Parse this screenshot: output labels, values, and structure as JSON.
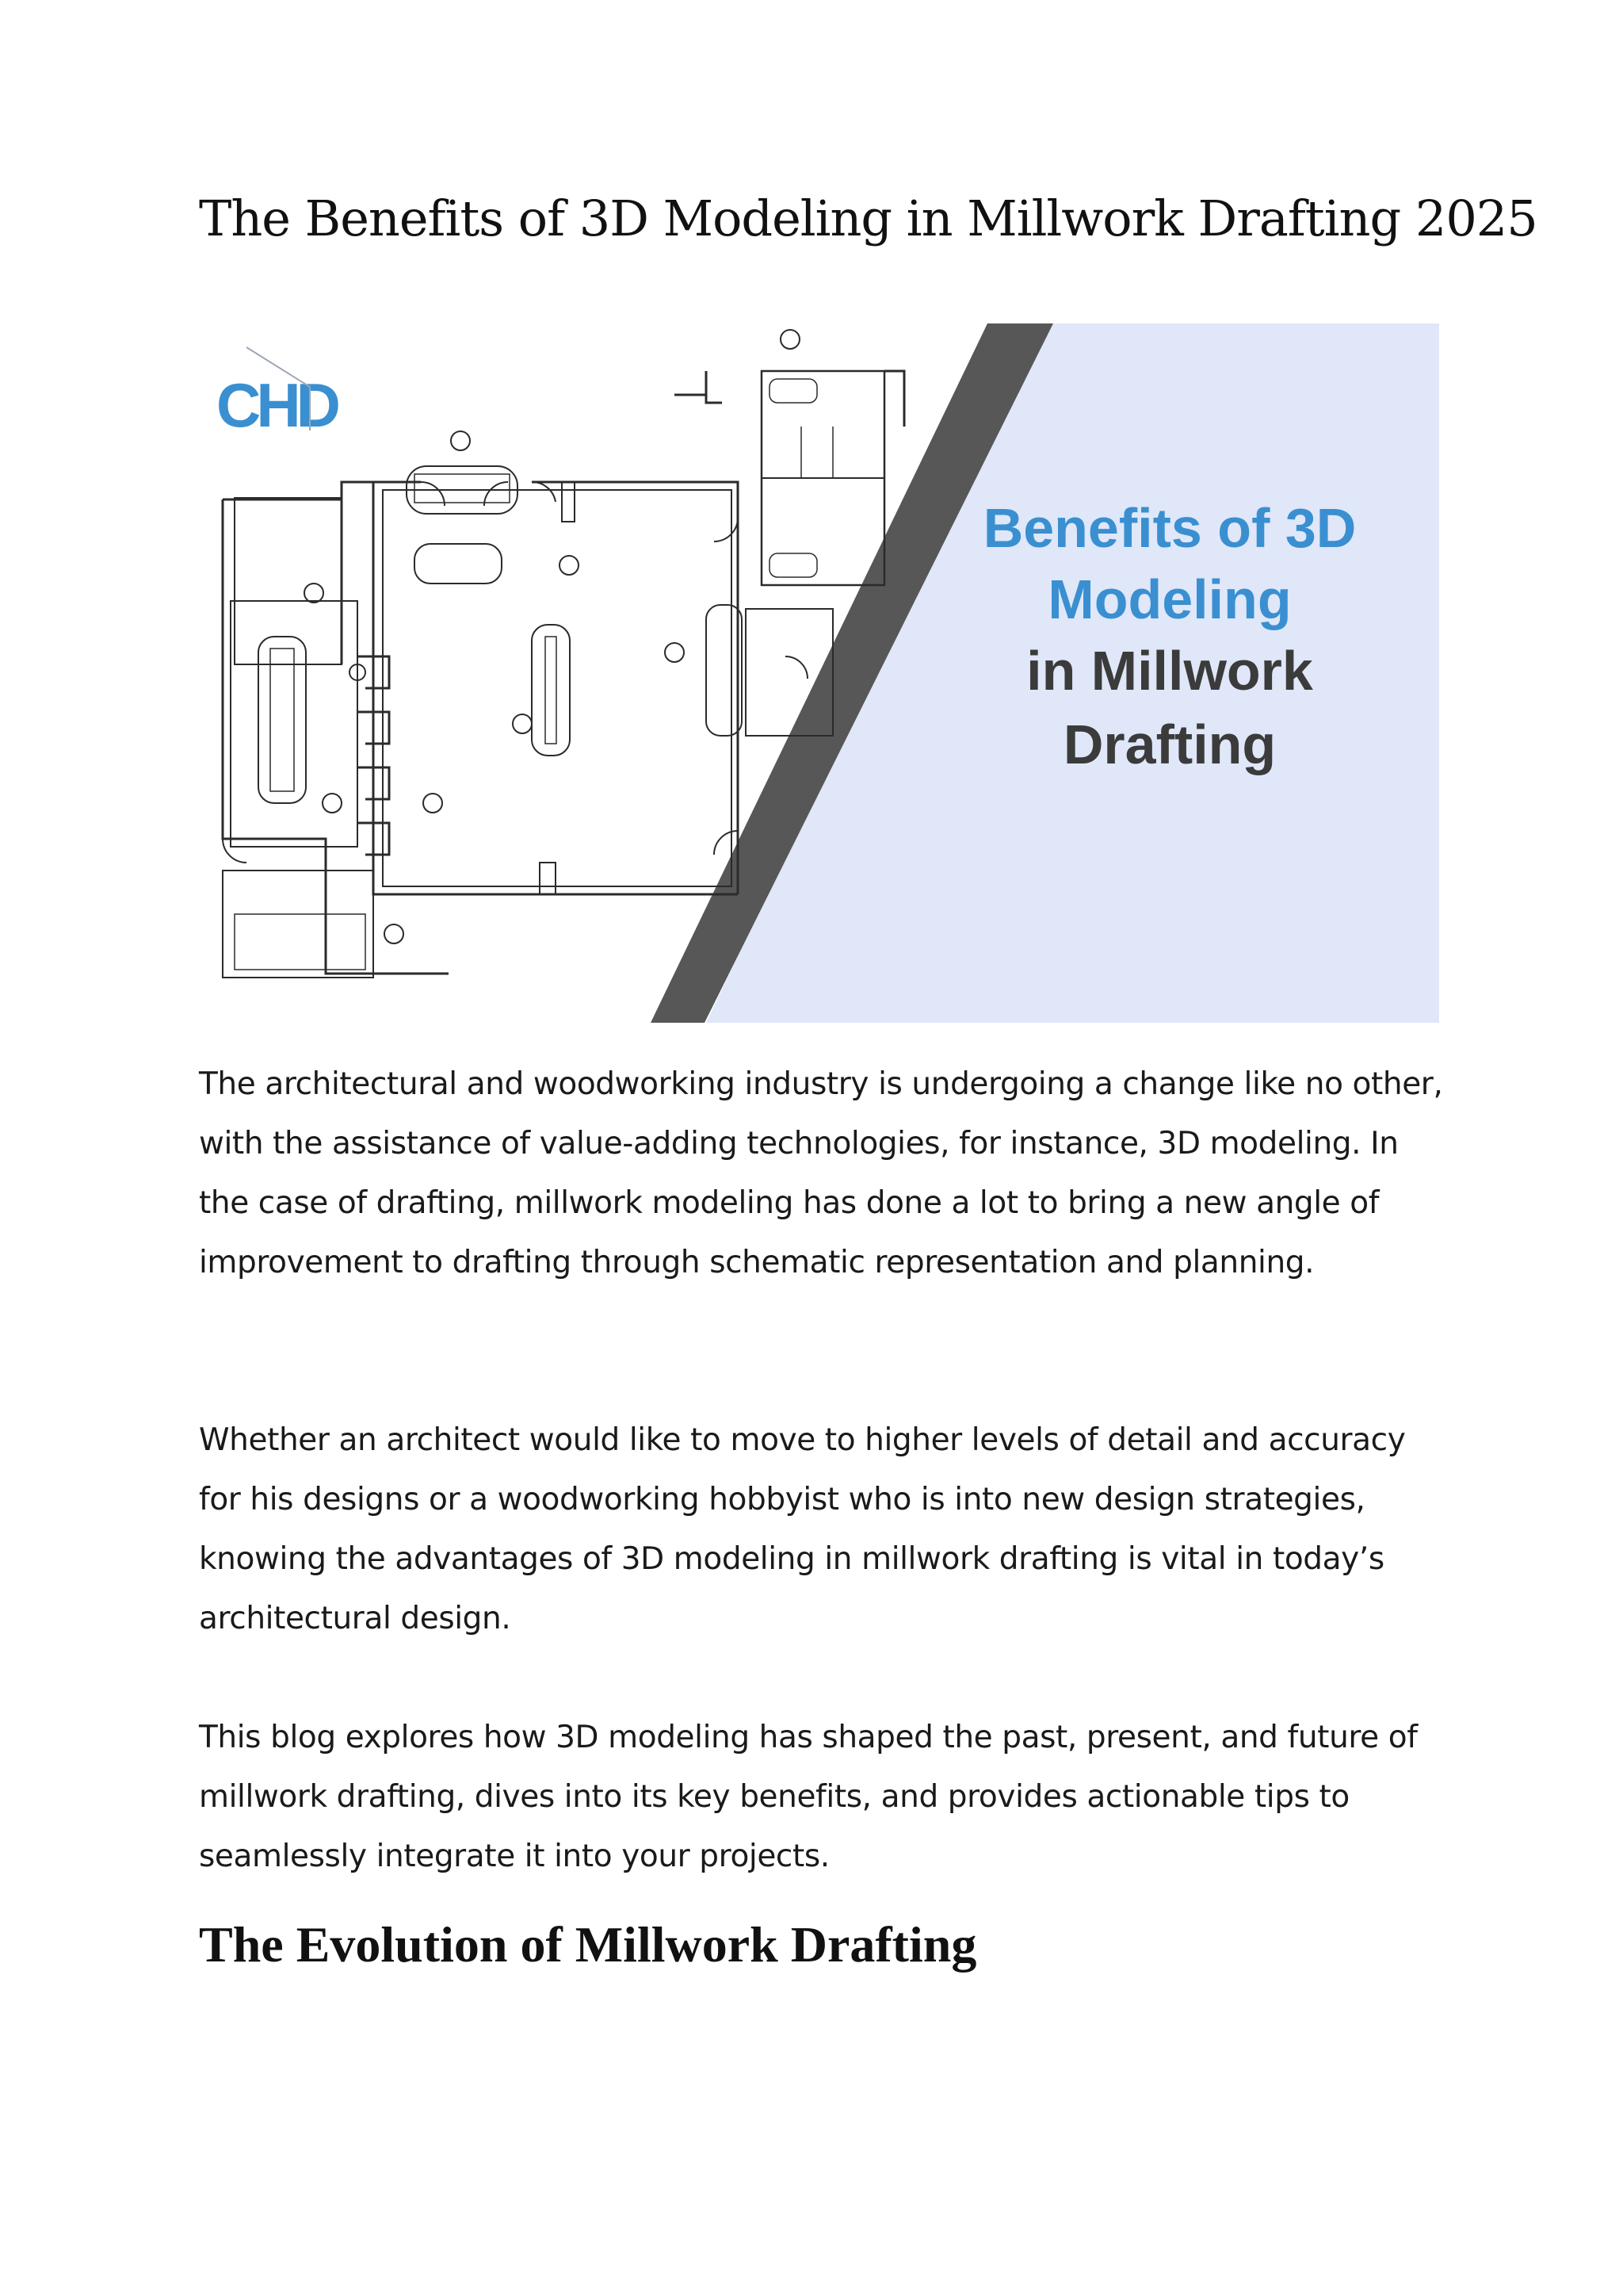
{
  "document": {
    "title": "The Benefits of 3D Modeling in Millwork Drafting 2025",
    "hero": {
      "logo_text": "CHD",
      "banner_lines": [
        "Benefits of 3D",
        "Modeling",
        "in Millwork",
        "Drafting"
      ],
      "colors": {
        "panel": "#dfe7f8",
        "stripe": "#575757",
        "accent_blue": "#3a8fd1",
        "dark_text": "#3b3b3b"
      }
    },
    "paragraphs": [
      "The architectural and woodworking industry is undergoing a change like no other, with the assistance of value-adding technologies, for instance, 3D modeling. In the case of drafting, millwork modeling has done a lot to bring a new angle of improvement to drafting through schematic representation and planning.",
      "Whether an architect would like to move to higher levels of detail and accuracy for his designs or a woodworking hobbyist who is into new design strategies, knowing the advantages of 3D modeling in millwork drafting is vital in today’s architectural design.",
      "This blog explores how 3D modeling has shaped the past, present, and future of millwork drafting, dives into its key benefits, and provides actionable tips to seamlessly integrate it into your projects."
    ],
    "section_heading": "The Evolution of Millwork Drafting"
  }
}
